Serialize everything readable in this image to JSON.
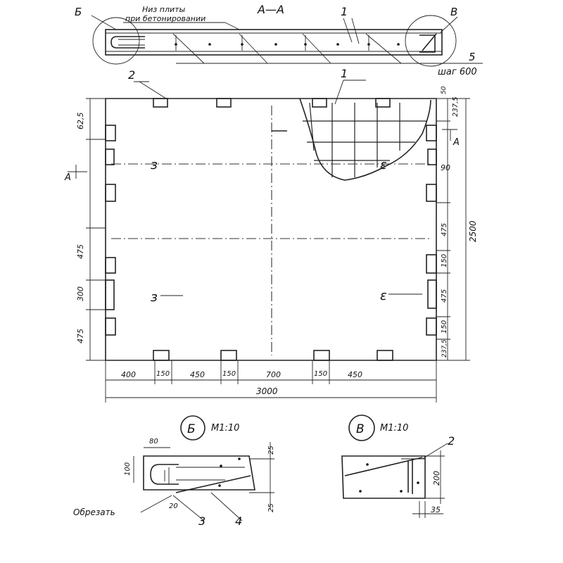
{
  "section_label": "А—А",
  "callout_b": "Б",
  "callout_v": "В",
  "note_bottom_of_slab_line1": "Низ плиты",
  "note_bottom_of_slab_line2": "при бетонировании",
  "pos_1_top": "1",
  "pos_5": "5",
  "pitch_note": "шаг 600",
  "pos_2_plan": "2",
  "pos_1_plan": "1",
  "section_mark": "А",
  "dims_top_right": [
    "50",
    "237,5"
  ],
  "dim_90": "90",
  "dim_overall_height": "2500",
  "dims_right": [
    "475",
    "150",
    "475",
    "150",
    "237,5"
  ],
  "dims_left": [
    "62,5",
    "475",
    "300",
    "475"
  ],
  "dims_bottom": [
    "400",
    "150",
    "450",
    "150",
    "700",
    "150",
    "450"
  ],
  "dim_overall_width": "3000",
  "detail_b": {
    "callout": "Б",
    "scale": "М1:10",
    "dims": [
      "80",
      "25",
      "100",
      "20",
      "25"
    ],
    "note": "Обрезать",
    "positions": [
      "3",
      "4"
    ]
  },
  "detail_v": {
    "callout": "В",
    "scale": "М1:10",
    "dims": [
      "200",
      "35"
    ],
    "positions": [
      "2"
    ]
  }
}
